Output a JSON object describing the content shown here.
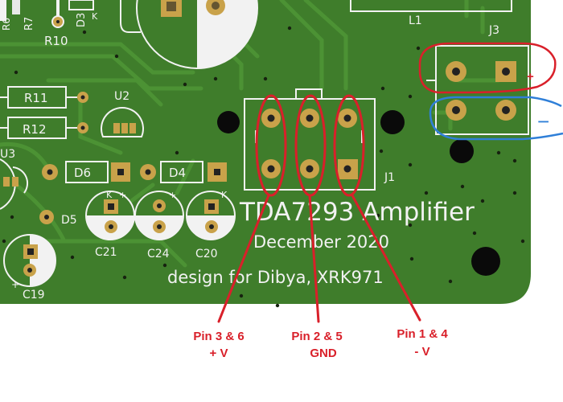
{
  "board": {
    "title": "TDA7293 Amplifier",
    "date": "December 2020",
    "designer": "design for Dibya, XRK971"
  },
  "references": {
    "r6": "R6",
    "r7": "R7",
    "d3": "D3",
    "k_d3": "K",
    "r10": "R10",
    "r11": "R11",
    "r12": "R12",
    "u2": "U2",
    "u3": "U3",
    "d6": "D6",
    "d4": "D4",
    "d5": "D5",
    "c21": "C21",
    "c24": "C24",
    "c20": "C20",
    "c19": "C19",
    "j1": "J1",
    "j3": "J3",
    "l1": "L1",
    "k_c21": "K",
    "plus_c21": "+",
    "plus_c24": "+",
    "k_c20": "K",
    "plus_c19": "+"
  },
  "annotations": {
    "j3_plus": "+",
    "j3_minus": "−",
    "pin_labels": [
      {
        "line1": "Pin 3 & 6",
        "line2": "+ V"
      },
      {
        "line1": "Pin 2 & 5",
        "line2": "GND"
      },
      {
        "line1": "Pin 1 & 4",
        "line2": "- V"
      }
    ]
  },
  "colors": {
    "pcb": "#3f7d2b",
    "trace": "#4c9234",
    "pad": "#c9a24a",
    "annotation_red": "#d9202a",
    "annotation_blue": "#2f7fd8"
  }
}
